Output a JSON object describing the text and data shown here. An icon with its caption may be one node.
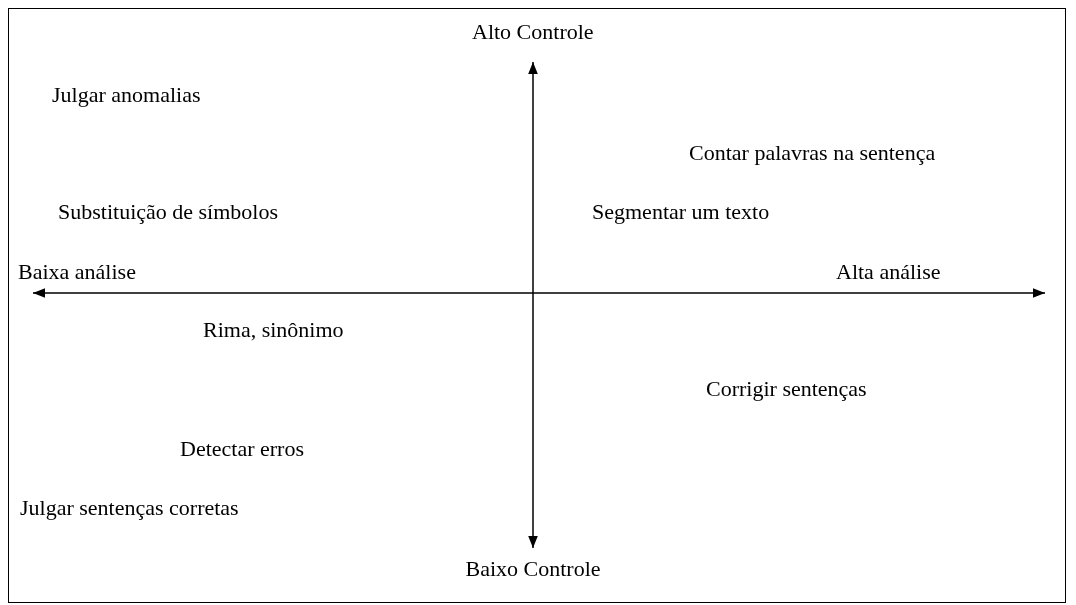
{
  "diagram": {
    "labels": [
      "Alto Controle",
      "Julgar anomalias",
      "Contar palavras na sentença",
      "Substituição de símbolos",
      "Segmentar um texto",
      "Baixa análise",
      "Alta análise",
      "Rima, sinônimo",
      "Corrigir sentenças",
      "Detectar erros",
      "Julgar sentenças corretas",
      "Baixo Controle"
    ]
  }
}
